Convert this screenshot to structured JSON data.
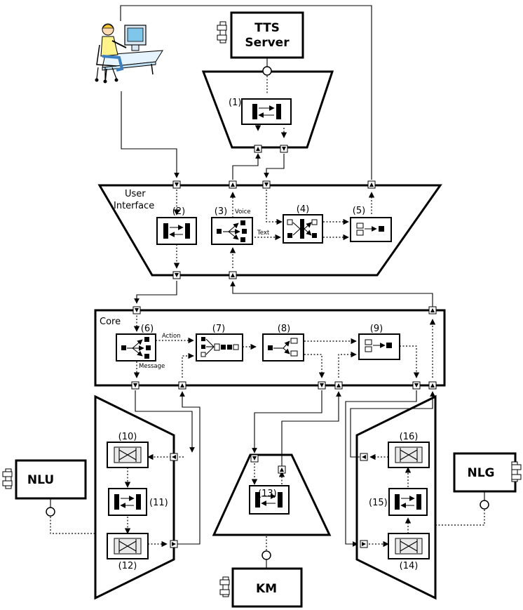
{
  "components": {
    "tts": {
      "line1": "TTS",
      "line2": "Server"
    },
    "nlu": "NLU",
    "nlg": "NLG",
    "km": "KM"
  },
  "modules": {
    "user_interface": {
      "line1": "User",
      "line2": "Interface"
    },
    "core": "Core"
  },
  "flow_labels": {
    "voice": "Voice",
    "text": "Text",
    "action": "Action",
    "message": "Message"
  },
  "step_numbers": [
    "(1)",
    "(2)",
    "(3)",
    "(4)",
    "(5)",
    "(6)",
    "(7)",
    "(8)",
    "(9)",
    "(10)",
    "(11)",
    "(12)",
    "(13)",
    "(14)",
    "(15)",
    "(16)"
  ],
  "icons": {
    "user": "user-at-computer-icon",
    "component": "uml-component-icon",
    "interface": "provided-interface-circle-icon",
    "translator": "message-translator-icon",
    "router": "content-router-icon",
    "splitter": "splitter-icon",
    "aggregator": "aggregator-icon",
    "filter": "filter-icon",
    "normalizer": "normalizer-icon",
    "content_enricher": "content-enricher-icon"
  }
}
